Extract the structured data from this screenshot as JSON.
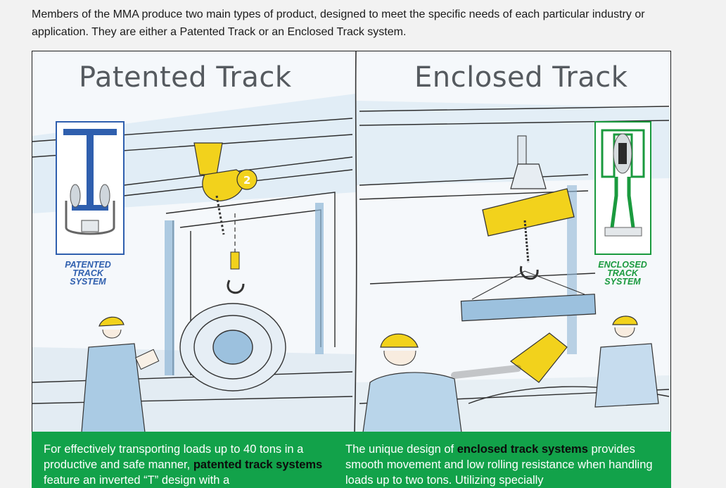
{
  "intro_text": "Members of the MMA produce two main types of product, designed to meet the specific needs of each particular industry or application. They are either a Patented Track or an Enclosed Track system.",
  "illustration": {
    "left_title": "Patented Track",
    "right_title": "Enclosed Track",
    "left_inset_caption": {
      "line1": "PATENTED",
      "line2": "TRACK",
      "line3": "SYSTEM"
    },
    "right_inset_caption": {
      "line1": "ENCLOSED",
      "line2": "TRACK",
      "line3": "SYSTEM"
    },
    "hoist_number": "2"
  },
  "band": {
    "left": {
      "before": "For effectively transporting loads up to 40 tons in a productive and safe manner, ",
      "strong": "patented track systems",
      "after": " feature an inverted “T” design with a"
    },
    "right": {
      "before": "The unique design of ",
      "strong": "enclosed track systems",
      "after": " provides smooth movement and low rolling resistance when handling loads up to two tons. Utilizing specially"
    }
  },
  "colors": {
    "band_green": "#12a24a",
    "patented_blue": "#2f5fae",
    "enclosed_green": "#1a9a3e",
    "hoist_yellow": "#f2d21c"
  }
}
